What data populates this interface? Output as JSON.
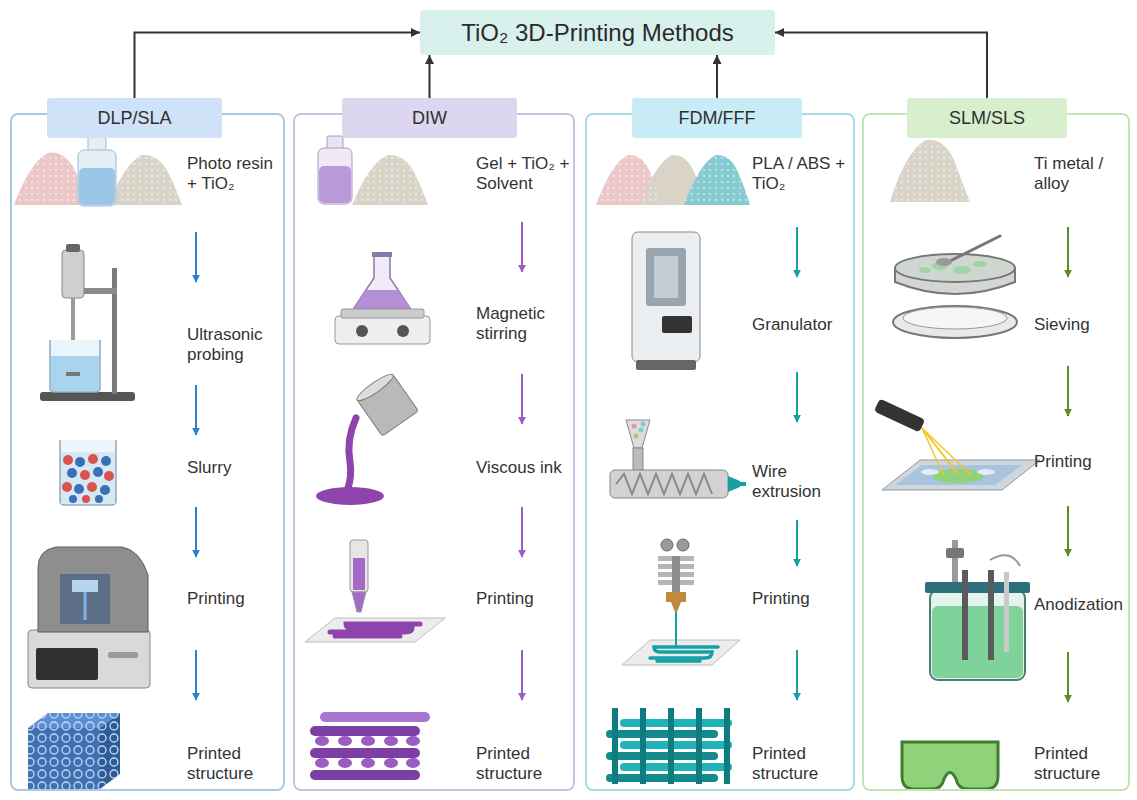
{
  "diagram": {
    "nodes": [
      {
        "text": [
          "TiO₂ 3D-Printing Methods"
        ]
      },
      {
        "text": [
          "Photo resin + TiO₂",
          "Ultrasonic probing",
          "Slurry",
          "Printing",
          "Printed structure"
        ]
      },
      {
        "text": [
          "DLP/SLA"
        ],
        "in": 1
      },
      {
        "text": [
          "Gel + TiO₂ + Solvent",
          "Magnetic stirring",
          "Viscous ink",
          "Printing",
          "Printed structure"
        ]
      },
      {
        "text": [
          "DIW"
        ],
        "in": 3
      },
      {
        "text": [
          "PLA / ABS + TiO₂",
          "Granulator",
          "Wire extrusion",
          "Printing",
          "Printed structure"
        ]
      },
      {
        "text": [
          "FDM/FFF"
        ],
        "in": 5
      },
      {
        "text": [
          "Ti metal / alloy",
          "Sieving",
          "Printing",
          "Anodization",
          "Printed structure"
        ]
      },
      {
        "text": [
          "SLM/SLS"
        ],
        "in": 7
      }
    ],
    "edges": [
      {
        "from": 2,
        "to": 0,
        "arrow": "to"
      },
      {
        "from": 4,
        "to": 0,
        "arrow": "to"
      },
      {
        "from": 6,
        "to": 0,
        "arrow": "to"
      },
      {
        "from": 8,
        "to": 0,
        "arrow": "to"
      }
    ]
  }
}
